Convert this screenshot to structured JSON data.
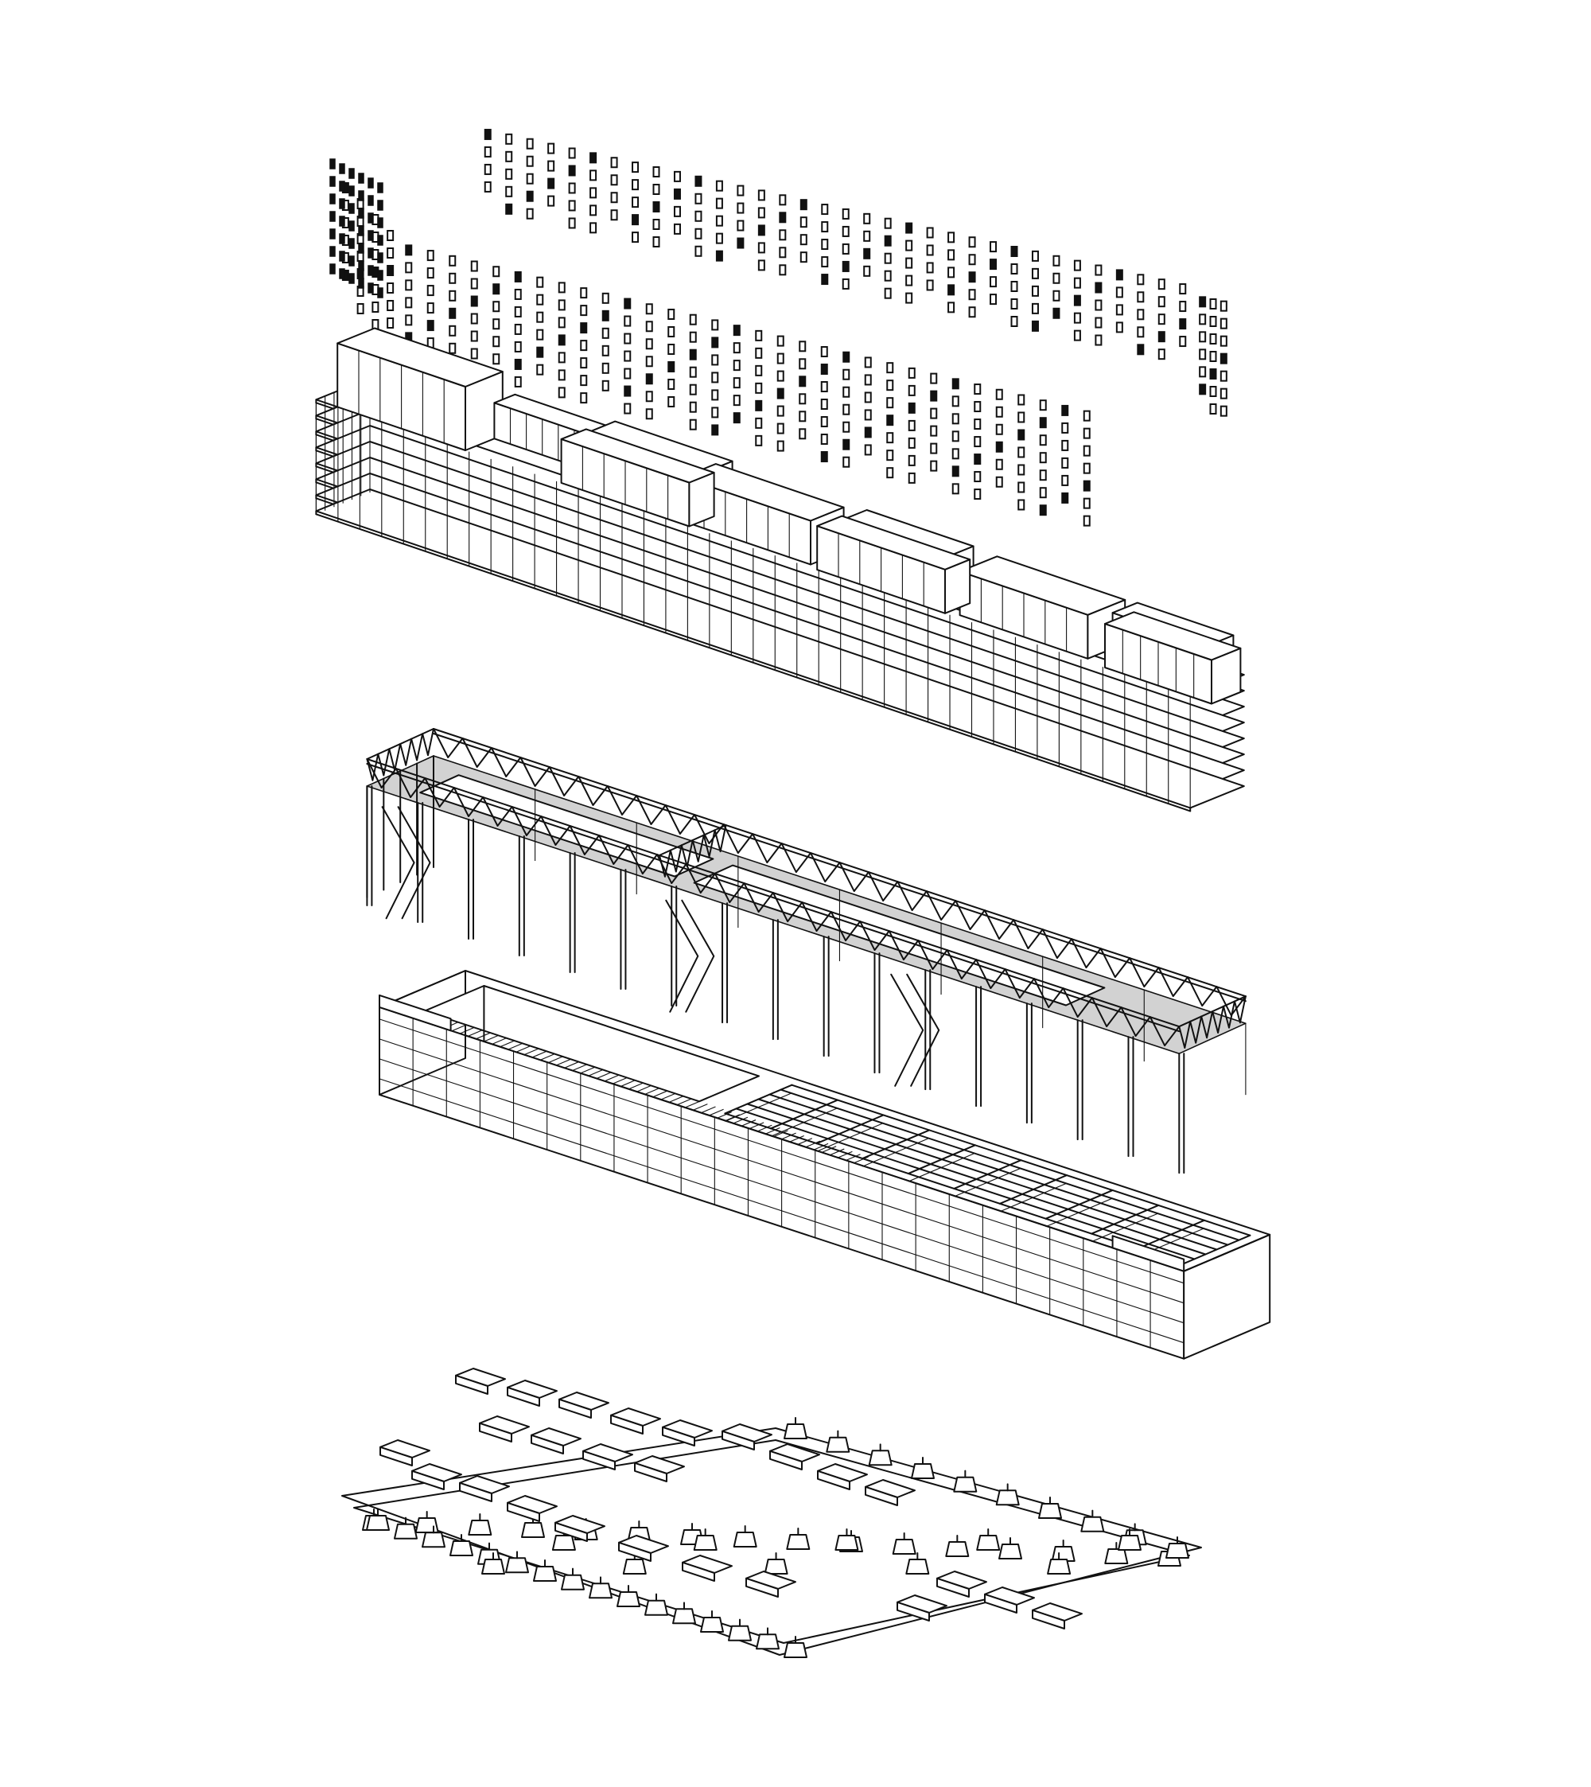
{
  "diagram": {
    "type": "exploded-axonometric",
    "layers": [
      {
        "id": "facade-openings"
      },
      {
        "id": "tower-floors"
      },
      {
        "id": "roof-truss-structure"
      },
      {
        "id": "podium-building"
      },
      {
        "id": "foundation-pavilions"
      }
    ]
  },
  "colors": {
    "background": "#ffffff",
    "line": "#111111",
    "shade": "#d2d2d2"
  }
}
